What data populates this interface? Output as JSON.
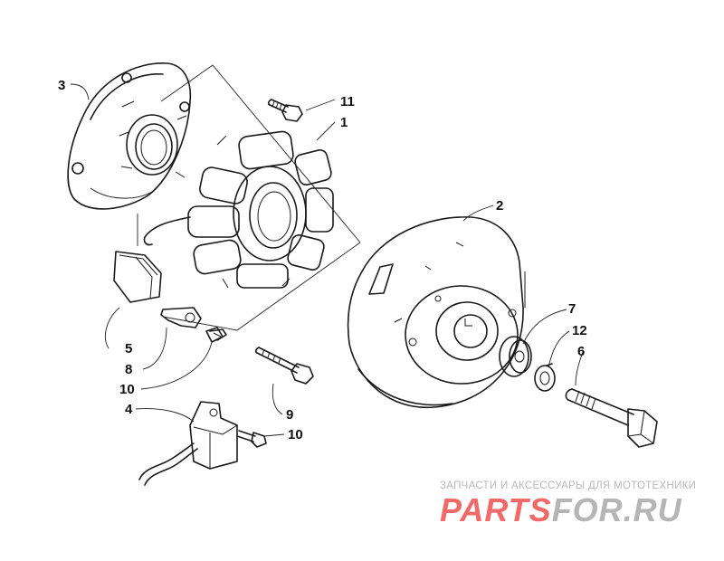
{
  "diagram": {
    "callouts": {
      "c1": "1",
      "c2": "2",
      "c3": "3",
      "c4": "4",
      "c5": "5",
      "c6": "6",
      "c7": "7",
      "c8": "8",
      "c9": "9",
      "c10a": "10",
      "c10b": "10",
      "c11": "11",
      "c12": "12"
    }
  },
  "watermark": {
    "tagline": "ЗАПЧАСТИ И АКСЕССУАРЫ ДЛЯ МОТОТЕХНИКИ",
    "brand_left": "PARTS",
    "brand_right": "FOR.RU",
    "brand_left_color": "#f06a6a",
    "brand_right_color": "#b5b5b5"
  }
}
